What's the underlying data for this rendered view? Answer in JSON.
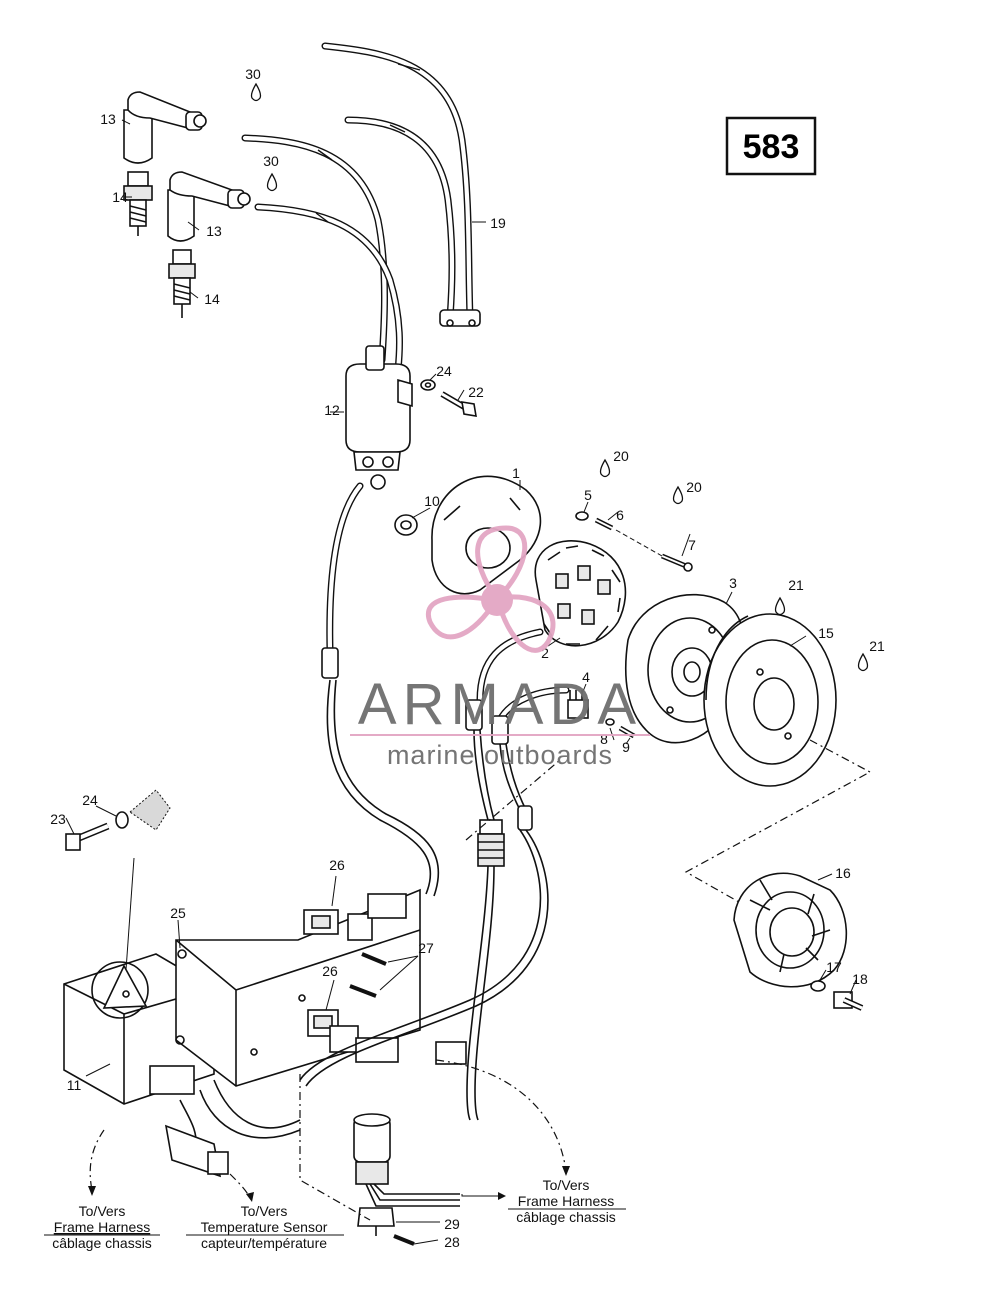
{
  "diagram": {
    "id_box": "583",
    "watermark": {
      "brand": "ARMADA",
      "tagline": "marine outboards",
      "brand_color": "#6e6e6e",
      "accent_color": "#e3a6c4"
    },
    "callouts": [
      "1",
      "2",
      "3",
      "4",
      "5",
      "6",
      "7",
      "8",
      "9",
      "10",
      "11",
      "12",
      "13",
      "13",
      "14",
      "14",
      "15",
      "16",
      "17",
      "18",
      "19",
      "20",
      "20",
      "21",
      "21",
      "22",
      "23",
      "24",
      "24",
      "25",
      "26",
      "26",
      "27",
      "28",
      "29",
      "30",
      "30"
    ],
    "destinations": {
      "frame_harness_left": {
        "to": "To/Vers",
        "line1": "Frame Harness",
        "line2": "câblage chassis"
      },
      "temperature_sensor": {
        "to": "To/Vers",
        "line1": "Temperature Sensor",
        "line2": "capteur/température"
      },
      "frame_harness_right": {
        "to": "To/Vers",
        "line1": "Frame Harness",
        "line2": "câblage chassis"
      }
    }
  }
}
